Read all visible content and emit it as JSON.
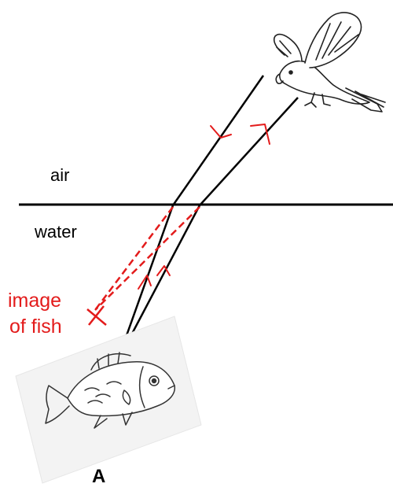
{
  "labels": {
    "air": "air",
    "water": "water",
    "image_line1": "image",
    "image_line2": "of fish",
    "figure_letter": "A"
  },
  "colors": {
    "ray": "#000000",
    "virtual_ray": "#e31b1b",
    "arrow": "#e31b1b",
    "image_label": "#e31b1b"
  },
  "icons": {
    "bird": "bird-icon",
    "fish": "fish-icon",
    "image_marker": "cross-marker-icon"
  }
}
